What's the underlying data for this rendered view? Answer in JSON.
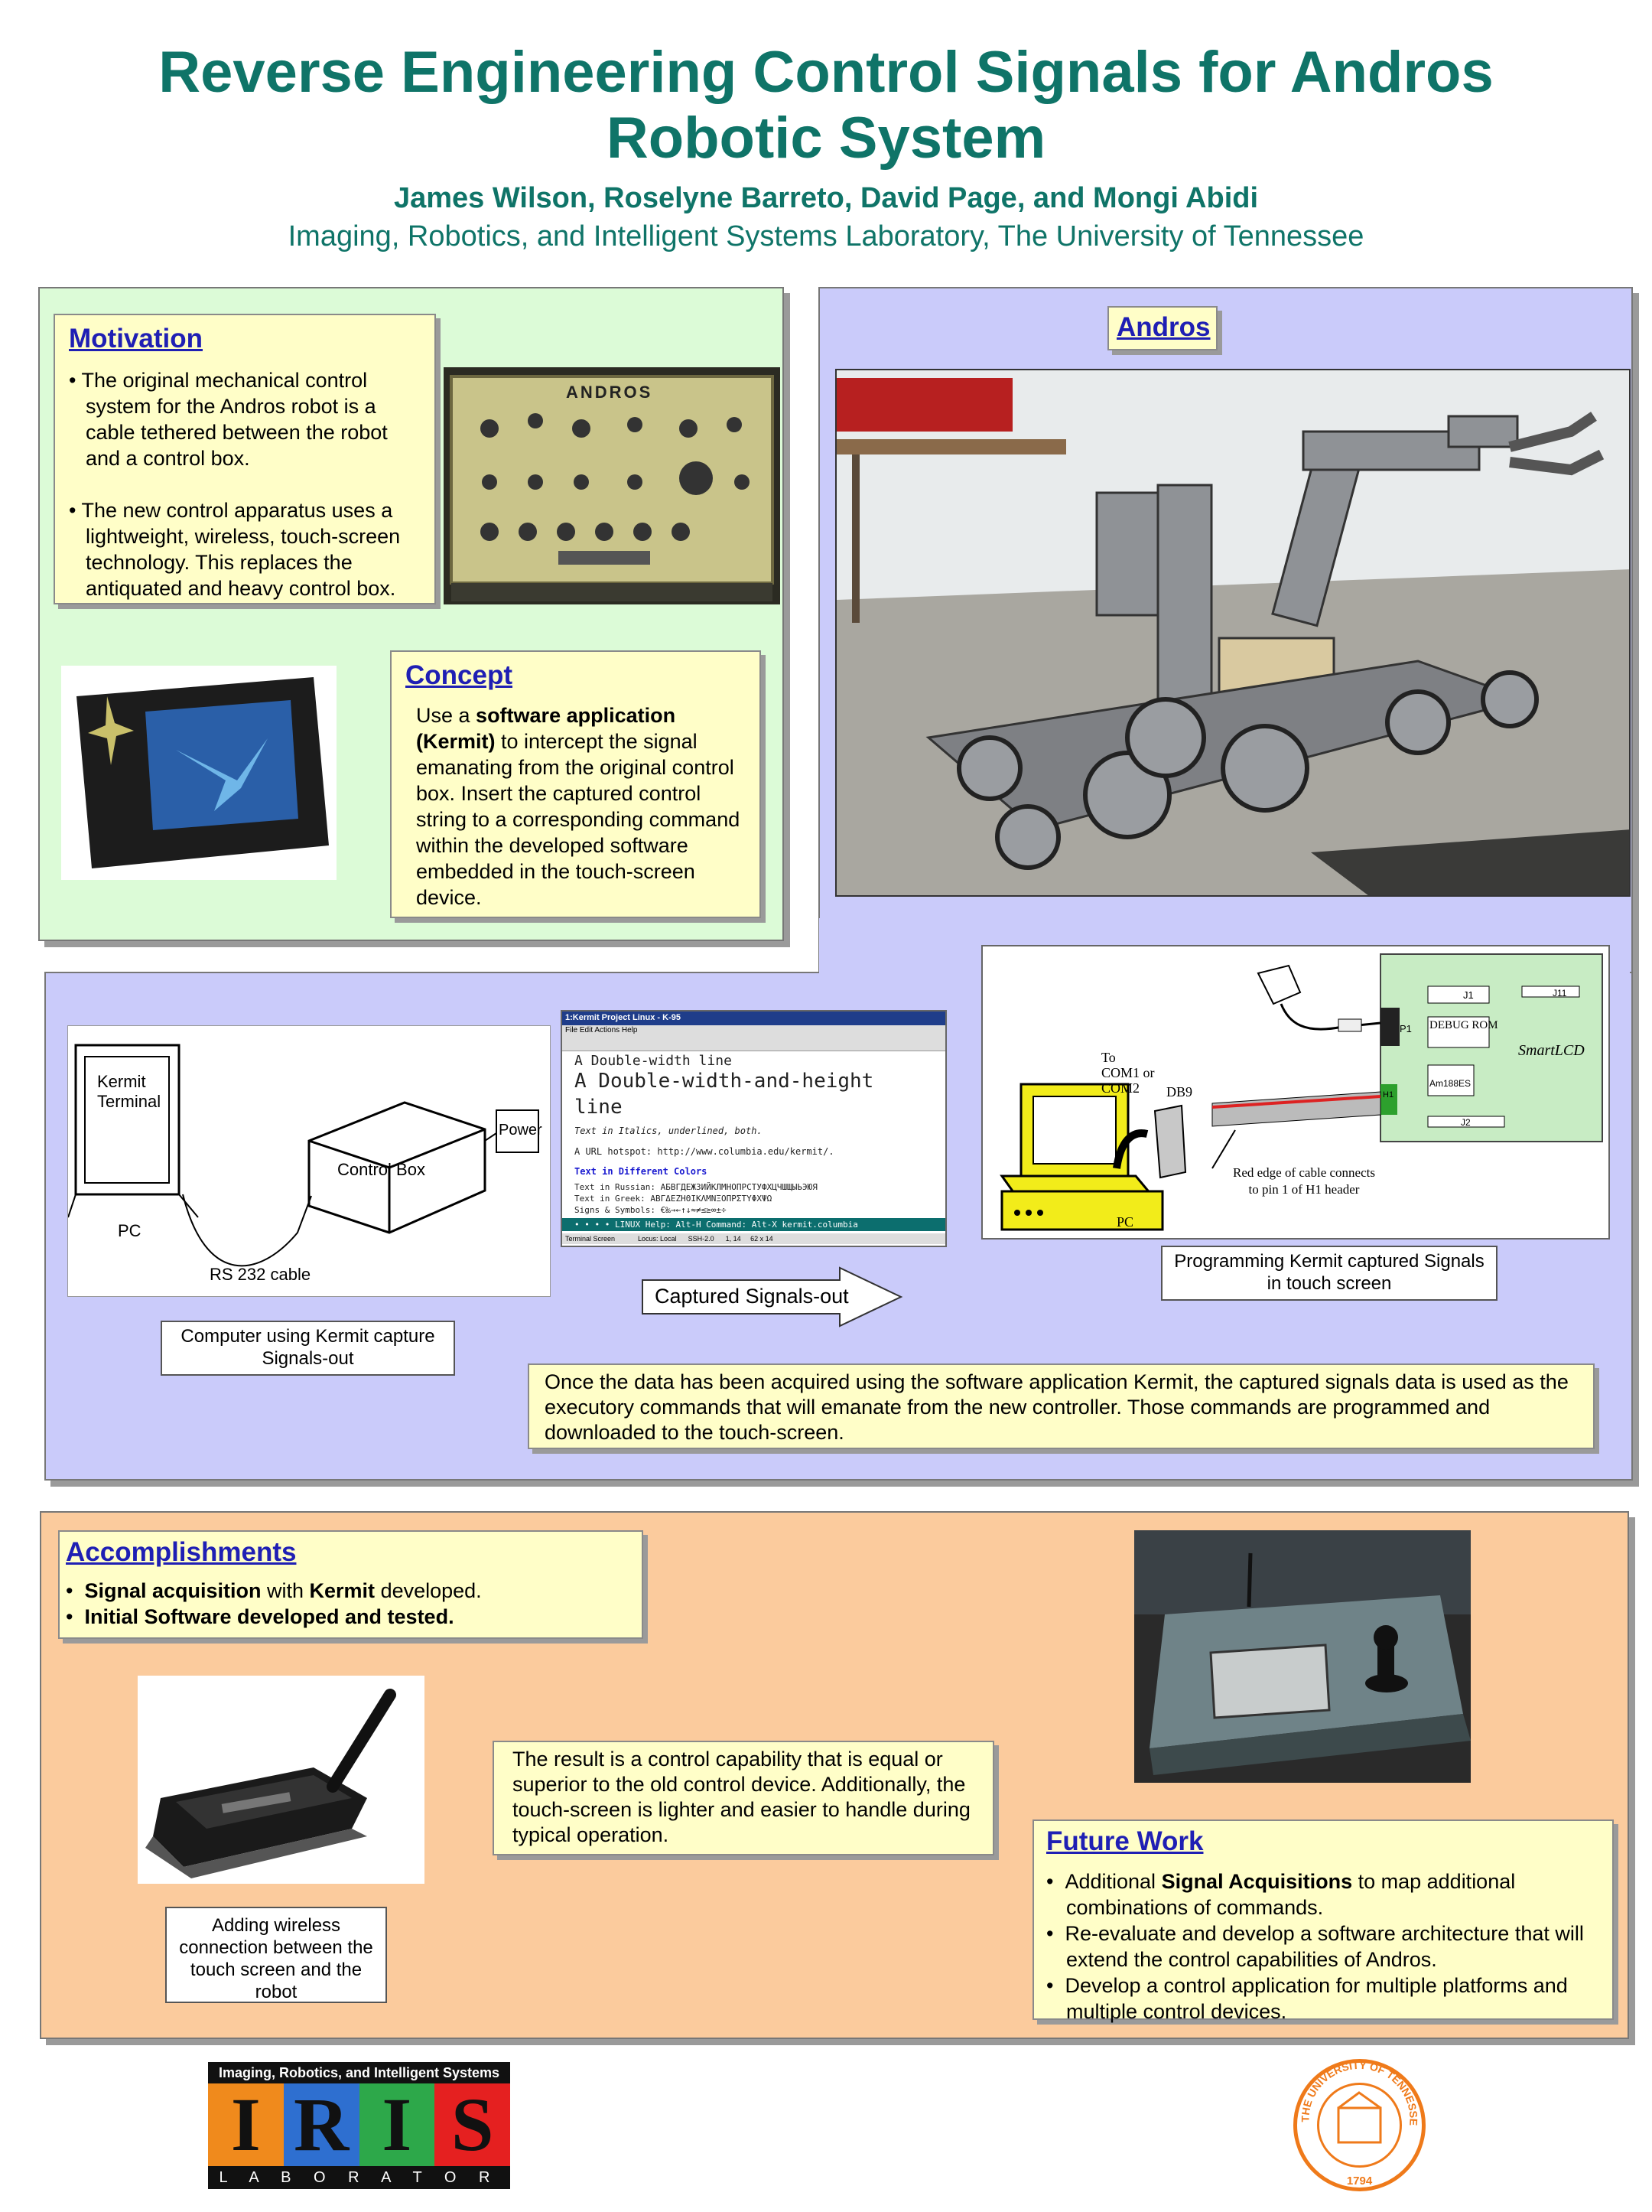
{
  "header": {
    "title_line1": "Reverse Engineering Control Signals for Andros",
    "title_line2": "Robotic System",
    "authors": "James Wilson, Roselyne Barreto, David Page, and Mongi Abidi",
    "affiliation": "Imaging, Robotics, and Intelligent Systems Laboratory, The University of Tennessee"
  },
  "motivation": {
    "heading": "Motivation",
    "bullets": [
      "• The original mechanical control system for the Andros robot is a cable tethered between the robot and a control box.",
      "• The new control apparatus uses a lightweight, wireless, touch-screen technology.   This replaces the antiquated and heavy control box."
    ]
  },
  "controlbox_label": "ANDROS",
  "concept": {
    "heading": "Concept",
    "pre": "Use a ",
    "b1": "software application (Kermit)",
    "post": " to intercept the signal emanating from the original control box.   Insert the captured control string to a corresponding command within the developed software embedded in the touch-screen device."
  },
  "andros": {
    "heading": "Andros"
  },
  "diagram1": {
    "kermit": "Kermit Terminal",
    "control": "Control Box",
    "power": "Power",
    "pc": "PC",
    "cable": "RS 232 cable"
  },
  "caption1": "Computer using Kermit capture Signals-out",
  "kermit_window": {
    "titlebar": "1:Kermit Project Linux - K-95",
    "menu": "File   Edit   Actions   Help",
    "line1": "A Double-width line",
    "line2": "A Double-width-and-height line",
    "line3": "Text in Italics, underlined, both.",
    "line4": "A URL hotspot: http://www.columbia.edu/kermit/.",
    "line5": "Text in Different Colors",
    "line6": "Text in Russian: АБВГДЕЖЗИЙКЛМНОПРСТУФХЦЧШЩЫЬЭЮЯ",
    "line7": "Text in Greek:   ΑΒΓΔΕΖΗΘΙΚΛΜΝΞΟΠΡΣΤΥΦΧΨΩ",
    "line8": "Signs & Symbols: €‰→←↑↓≈≠≤≥∞±÷",
    "status": "• • • • LINUX   Help: Alt-H   Command: Alt-X kermit.columbia",
    "footer": "Terminal Screen            Locus: Local      SSH-2.0      1, 14     62 x 14"
  },
  "arrow_label": "Captured Signals-out",
  "diagram2": {
    "com": "To COM1 or COM2",
    "db9": "DB9",
    "redge": "Red edge of cable connects to pin 1 of H1 header",
    "pc": "PC",
    "j1": "J1",
    "j11": "J11",
    "debug": "DEBUG ROM",
    "smart": "SmartLCD",
    "am": "Am188ES",
    "j2": "J2",
    "p1": "P1",
    "h1": "H1"
  },
  "caption2": "Programming Kermit captured Signals in touch screen",
  "once_text": "Once the data has been acquired using the software application Kermit, the captured signals data is used as the executory commands that will emanate from the new controller. Those commands are programmed and downloaded to the touch-screen.",
  "accomplishments": {
    "heading": "Accomplishments",
    "i1_b": "Signal acquisition",
    "i1_m": " with ",
    "i1_b2": "Kermit",
    "i1_e": " developed.",
    "i2": "Initial Software developed and tested."
  },
  "result_text": "The result is a control capability that is equal or superior to the old control device.  Additionally, the touch-screen is lighter and easier to handle during typical operation.",
  "caption3": "Adding wireless connection between the touch screen and the robot",
  "future": {
    "heading": "Future Work",
    "i1_a": "Additional ",
    "i1_b": "Signal Acquisitions",
    "i1_c": " to map additional combinations of commands.",
    "i2": "Re-evaluate and develop a software architecture that will extend the control capabilities of Andros.",
    "i3": "Develop a control application for multiple platforms and multiple control devices."
  },
  "logo": {
    "top": "Imaging, Robotics, and Intelligent Systems",
    "letters": [
      "I",
      "R",
      "I",
      "S"
    ],
    "bottom": "L A B O R A T O R Y"
  },
  "seal": {
    "text": "THE UNIVERSITY OF TENNESSEE",
    "year": "1794"
  }
}
